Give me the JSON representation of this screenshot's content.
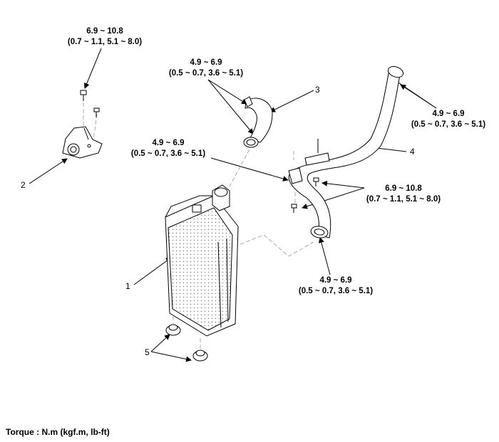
{
  "torque_specs": {
    "bracket_bolt": {
      "nm": "6.9 ~ 10.8",
      "alt": "(0.7 ~ 1.1, 5.1 ~ 8.0)"
    },
    "hose3_clamps": {
      "nm": "4.9 ~ 6.9",
      "alt": "(0.5 ~ 0.7, 3.6 ~ 5.1)"
    },
    "pipe_upper_clamp": {
      "nm": "4.9 ~ 6.9",
      "alt": "(0.5 ~ 0.7, 3.6 ~ 5.1)"
    },
    "intercooler_inlet_clamp": {
      "nm": "4.9 ~ 6.9",
      "alt": "(0.5 ~ 0.7, 3.6 ~ 5.1)"
    },
    "pipe_bolts": {
      "nm": "6.9 ~ 10.8",
      "alt": "(0.7 ~ 1.1, 5.1 ~ 8.0)"
    },
    "pipe_lower_clamp": {
      "nm": "4.9 ~ 6.9",
      "alt": "(0.5 ~ 0.7, 3.6 ~ 5.1)"
    }
  },
  "callouts": {
    "intercooler": "1",
    "bracket": "2",
    "hose": "3",
    "pipe": "4",
    "mount_insulator": "5"
  },
  "footer": "Torque : N.m (kgf.m, lb-ft)"
}
